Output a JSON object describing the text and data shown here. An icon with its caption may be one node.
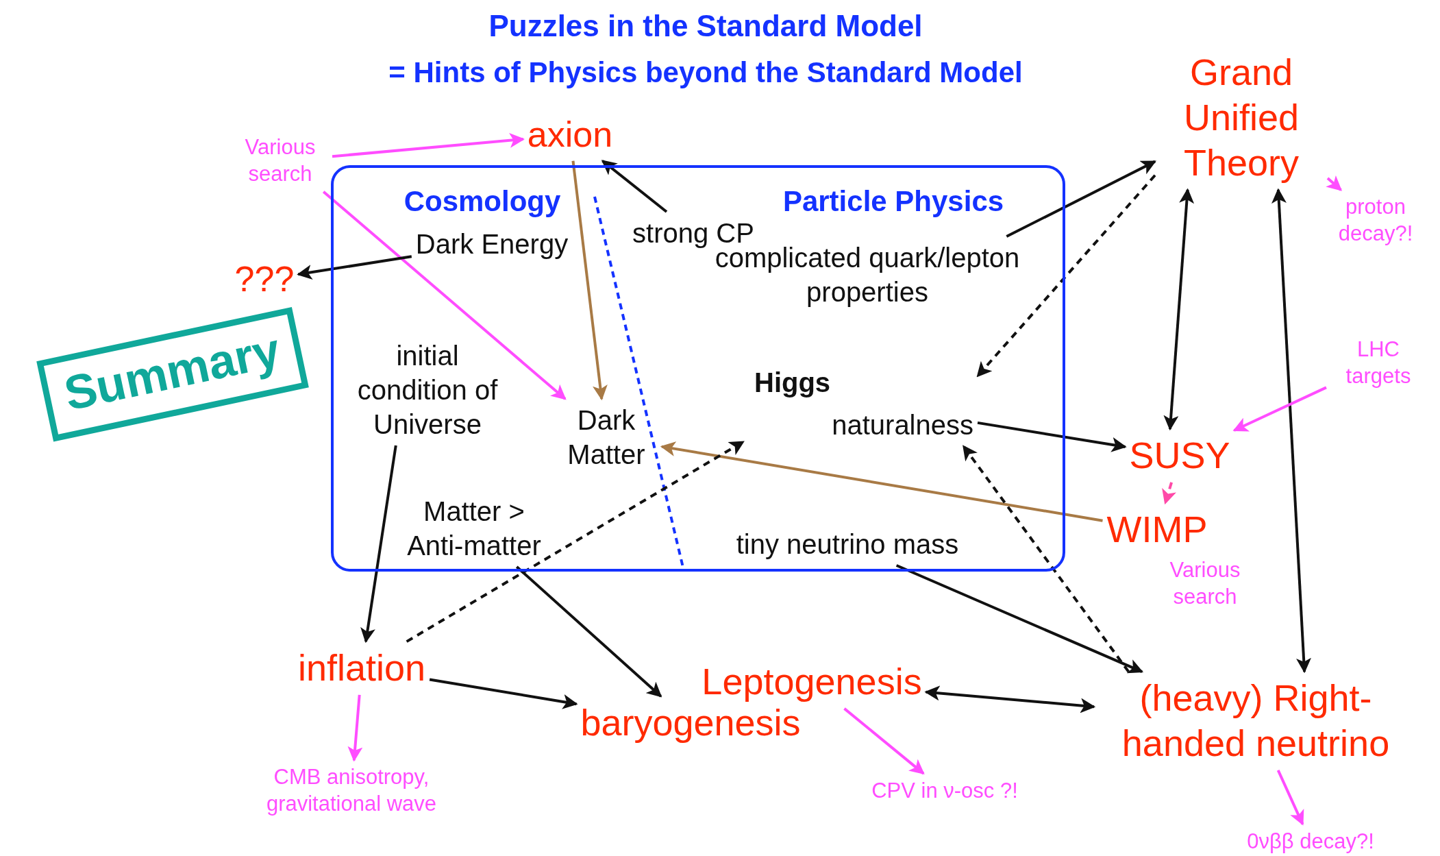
{
  "diagram": {
    "title": "Puzzles in the Standard Model",
    "nodes": [
      {
        "text": [
          "Cosmology",
          "Particle Physics"
        ]
      },
      {
        "text": [
          "strong CP"
        ],
        "in": 0
      },
      {
        "text": [
          "complicated quark/lepton properties"
        ],
        "in": 0
      },
      {
        "text": [
          "Dark Energy"
        ],
        "in": 0
      },
      {
        "text": [
          "initial condition of Universe"
        ],
        "in": 0
      },
      {
        "text": [
          "Dark Matter"
        ],
        "in": 0
      },
      {
        "text": [
          "Higgs",
          "naturalness"
        ],
        "in": 0
      },
      {
        "text": [
          "Matter > Anti-matter"
        ],
        "in": 0
      },
      {
        "text": [
          "tiny neutrino mass"
        ],
        "in": 0
      },
      {
        "text": [
          "axion"
        ]
      },
      {
        "text": [
          "???"
        ]
      },
      {
        "text": [
          "Grand Unified Theory"
        ]
      },
      {
        "text": [
          "SUSY"
        ]
      },
      {
        "text": [
          "WIMP"
        ],
        "beside": [
          "Various search"
        ]
      },
      {
        "text": [
          "inflation"
        ]
      },
      {
        "text": [
          "baryogenesis"
        ]
      },
      {
        "text": [
          "Leptogenesis"
        ]
      },
      {
        "text": [
          "(heavy) Right-handed neutrino"
        ]
      },
      {
        "text": [
          "Various search"
        ]
      },
      {
        "text": [
          "proton decay?!"
        ]
      },
      {
        "text": [
          "LHC targets"
        ]
      },
      {
        "text": [
          "CMB anisotropy, gravitational wave"
        ]
      },
      {
        "text": [
          "CPV in ν-osc ?!"
        ]
      },
      {
        "text": [
          "0νββ decay?!"
        ]
      },
      {
        "text": [
          "Summary"
        ]
      }
    ],
    "edges": [
      {
        "from": 18,
        "to": 9,
        "arrow": "to",
        "color": "#ff4dff"
      },
      {
        "from": 18,
        "to": 5,
        "arrow": "to",
        "color": "#ff4dff"
      },
      {
        "from": 1,
        "to": 9,
        "arrow": "to"
      },
      {
        "from": 3,
        "to": 10,
        "arrow": "to"
      },
      {
        "from": 9,
        "to": 5,
        "arrow": "to",
        "color": "#a87a45"
      },
      {
        "from": 4,
        "to": 14,
        "arrow": "to"
      },
      {
        "from": 2,
        "to": 11,
        "arrow": "to"
      },
      {
        "from": 11,
        "to": 6,
        "arrow": "to",
        "style": "dashed"
      },
      {
        "from": 6,
        "to": 12,
        "arrow": "to"
      },
      {
        "from": 11,
        "to": 12,
        "arrow": "both"
      },
      {
        "from": 11,
        "to": 17,
        "arrow": "both"
      },
      {
        "from": 20,
        "to": 12,
        "arrow": "to",
        "color": "#ff4dff"
      },
      {
        "from": 11,
        "to": 19,
        "arrow": "to",
        "color": "#ff4dff"
      },
      {
        "from": 12,
        "to": 13,
        "arrow": "to",
        "style": "dashed",
        "color": "#ff4aa8"
      },
      {
        "from": 13,
        "to": 5,
        "arrow": "to",
        "color": "#a87a45"
      },
      {
        "from": 14,
        "to": 6,
        "arrow": "to",
        "style": "dashed"
      },
      {
        "from": 17,
        "to": 6,
        "arrow": "to",
        "style": "dashed"
      },
      {
        "from": 8,
        "to": 17,
        "arrow": "to"
      },
      {
        "from": 7,
        "to": 15,
        "arrow": "to"
      },
      {
        "from": 14,
        "to": 15,
        "arrow": "to"
      },
      {
        "from": 16,
        "to": 17,
        "arrow": "both"
      },
      {
        "from": 14,
        "to": 21,
        "arrow": "to",
        "color": "#ff4dff"
      },
      {
        "from": 16,
        "to": 22,
        "arrow": "to",
        "color": "#ff4dff"
      },
      {
        "from": 17,
        "to": 23,
        "arrow": "to",
        "color": "#ff4dff"
      }
    ],
    "labels": [
      "= Hints of Physics beyond the Standard Model"
    ]
  }
}
